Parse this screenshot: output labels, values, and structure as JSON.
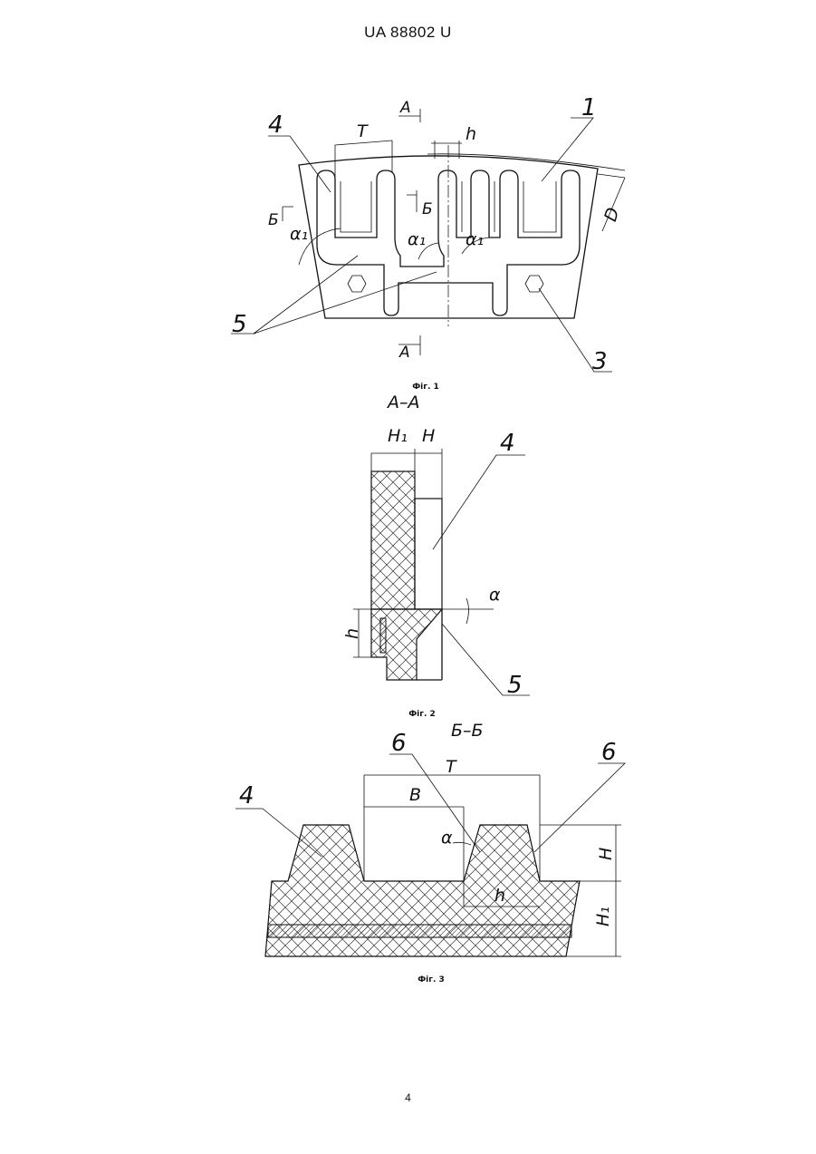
{
  "header": {
    "patent_number": "UA   88802   U"
  },
  "footer": {
    "page_number": "4"
  },
  "figure1": {
    "caption": "Фіг. 1",
    "labels": {
      "part1": "1",
      "part3": "3",
      "part4": "4",
      "part5": "5",
      "section_a_top": "A",
      "section_a_bottom": "A",
      "section_b_left": "Б",
      "section_b_right": "Б",
      "pitch": "T",
      "height": "h",
      "diameter": "D",
      "angle_left": "α₁",
      "angle_mid": "α₁",
      "angle_right": "α₁"
    }
  },
  "figure2": {
    "caption": "Фіг. 2",
    "section_title": "A–A",
    "labels": {
      "h1": "H₁",
      "h": "H",
      "part4": "4",
      "part5": "5",
      "h_small": "h",
      "alpha": "α"
    }
  },
  "figure3": {
    "caption": "Фіг. 3",
    "section_title": "Б–Б",
    "labels": {
      "part4": "4",
      "part6_left": "6",
      "part6_right": "6",
      "pitch": "T",
      "width": "B",
      "alpha": "α",
      "h_small": "h",
      "h": "H",
      "h1": "H₁"
    }
  }
}
